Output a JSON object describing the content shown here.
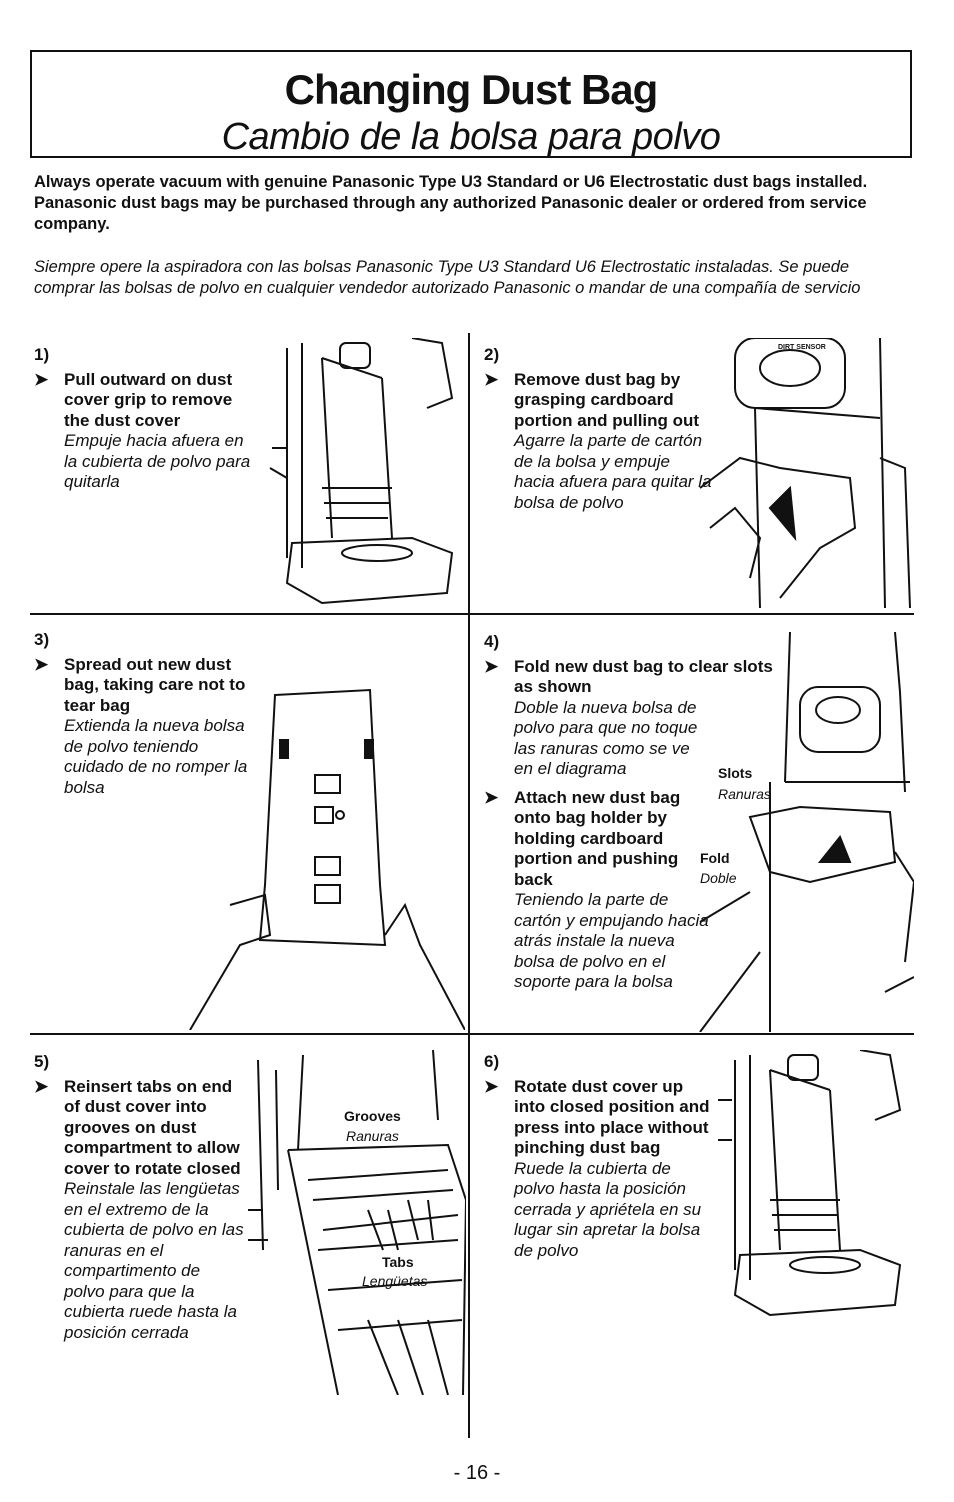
{
  "title": {
    "en": "Changing Dust Bag",
    "es": "Cambio de la bolsa para polvo"
  },
  "intro": {
    "en": "Always operate vacuum with genuine Panasonic Type U3 Standard or U6 Electrostatic dust bags installed. Panasonic dust bags may be purchased through any authorized Panasonic dealer or ordered from service company.",
    "es": "Siempre opere la aspiradora con las bolsas Panasonic Type U3 Standard U6 Electrostatic instaladas. Se puede comprar las bolsas de polvo en cualquier vendedor autorizado Panasonic o mandar de una compañía de servicio"
  },
  "arrow": "➤",
  "steps": [
    {
      "num": "1)",
      "en": "Pull outward on dust cover grip to remove the dust cover",
      "es": "Empuje hacia afuera en la cubierta de polvo para quitarla"
    },
    {
      "num": "2)",
      "en": "Remove dust bag by grasping cardboard portion and pulling out",
      "es": "Agarre la parte de cartón de la bolsa y empuje hacia afuera para quitar la bolsa de polvo"
    },
    {
      "num": "3)",
      "en": "Spread out new dust bag, taking care not to tear bag",
      "es": "Extienda la nueva bolsa de polvo teniendo cuidado de no romper la bolsa"
    },
    {
      "num": "4)",
      "en": "Fold new dust bag to clear slots as shown",
      "es": "Doble la nueva bolsa de polvo para que no toque las ranuras como se ve en el diagrama",
      "en2": "Attach new dust bag onto bag holder by holding cardboard portion and pushing back",
      "es2": "Teniendo la parte de cartón y empujando hacia atrás instale la nueva bolsa de polvo en el soporte para la bolsa"
    },
    {
      "num": "5)",
      "en": "Reinsert tabs on end of dust cover into grooves on dust compartment to allow cover to rotate closed",
      "es": "Reinstale las lengüetas en el extremo de la cubierta de polvo en las ranuras en el compartimento de polvo para que la cubierta ruede hasta la posición cerrada"
    },
    {
      "num": "6)",
      "en": "Rotate dust cover up into closed position and press into place without pinching dust bag",
      "es": "Ruede la cubierta de polvo hasta la posición cerrada y apriétela en su lugar sin apretar la bolsa de polvo"
    }
  ],
  "labels": {
    "slots_en": "Slots",
    "slots_es": "Ranuras",
    "fold_en": "Fold",
    "fold_es": "Doble",
    "grooves_en": "Grooves",
    "grooves_es": "Ranuras",
    "tabs_en": "Tabs",
    "tabs_es": "Lengüetas",
    "dirt_sensor": "DIRT SENSOR"
  },
  "page_number": "- 16 -"
}
